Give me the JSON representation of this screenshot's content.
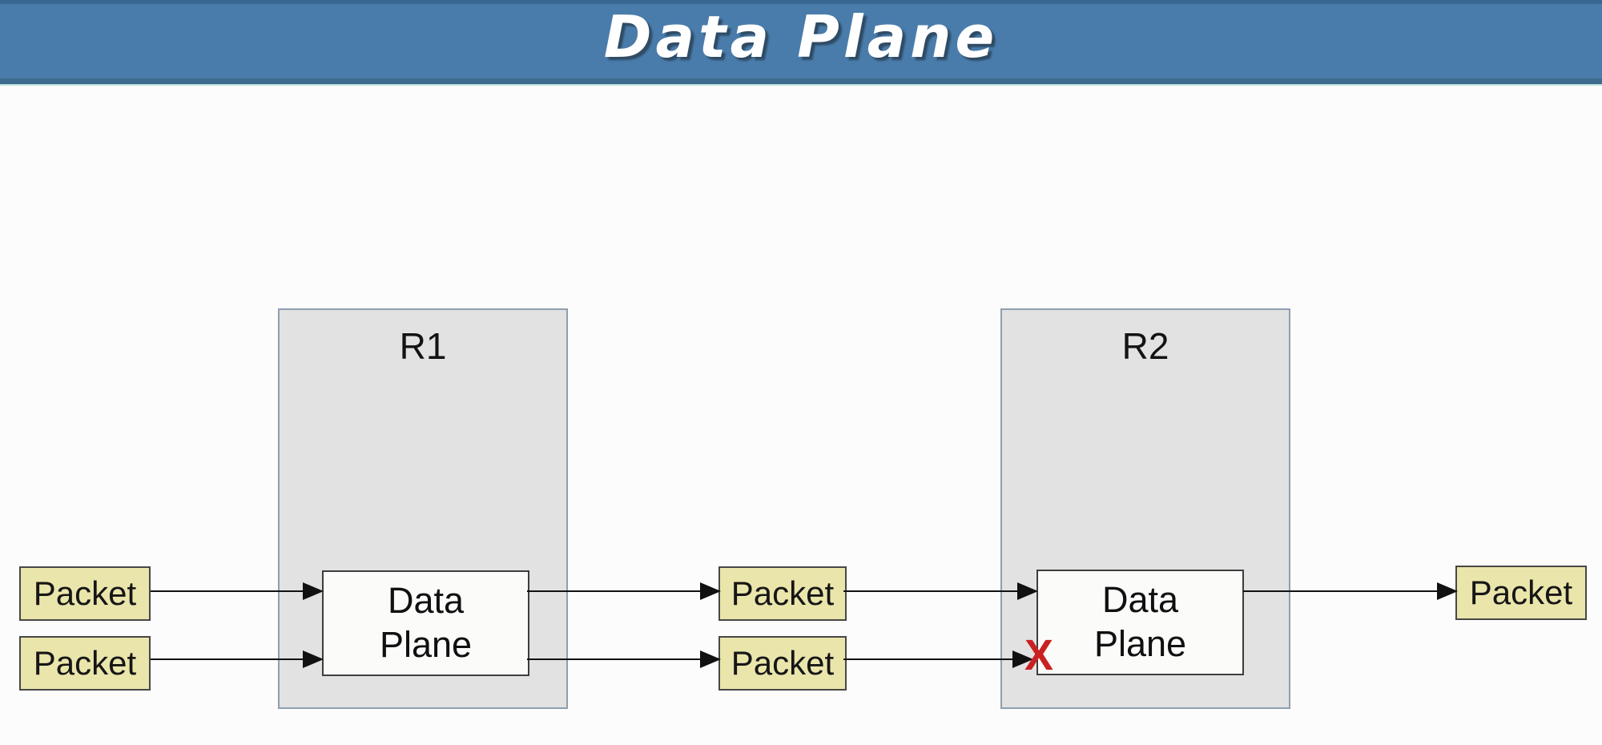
{
  "header": {
    "title": "Data Plane"
  },
  "diagram": {
    "routers": [
      {
        "label": "R1",
        "component": "Data\nPlane"
      },
      {
        "label": "R2",
        "component": "Data\nPlane"
      }
    ],
    "packets": [
      {
        "label": "Packet",
        "position": "input-top"
      },
      {
        "label": "Packet",
        "position": "input-bottom"
      },
      {
        "label": "Packet",
        "position": "middle-top"
      },
      {
        "label": "Packet",
        "position": "middle-bottom"
      },
      {
        "label": "Packet",
        "position": "output-top"
      }
    ],
    "drop_marker": {
      "symbol": "X",
      "meaning": "packet dropped",
      "color": "#c92121"
    }
  },
  "colors": {
    "banner_blue": "#497cab",
    "banner_bottom_edge": "#3c6b8d",
    "banner_light_line": "#bfe3de",
    "title_text": "#ffffff",
    "router_fill": "#e2e2e2",
    "router_border": "#8f9eb0",
    "inner_box_fill": "#fbfbfa",
    "inner_box_border": "#3d3d3d",
    "packet_fill": "#eae5ab",
    "packet_border": "#474747",
    "arrow_black": "#111111",
    "page_background": "#fbfcfb"
  }
}
